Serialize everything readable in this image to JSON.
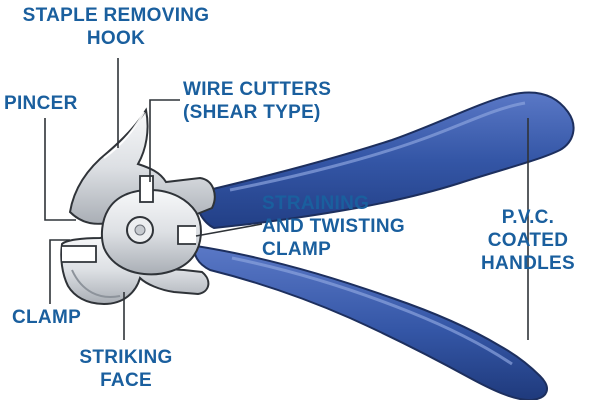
{
  "colors": {
    "label": "#1a5f9e",
    "handle": "#3456a6",
    "handle_dark": "#223f86",
    "handle_light": "#7a95d4",
    "metal": "#dfe2e6",
    "metal_light": "#f5f6f7",
    "metal_dark": "#8d939b",
    "outline": "#2f3338"
  },
  "labels": {
    "staple_hook": [
      "STAPLE REMOVING",
      "HOOK"
    ],
    "pincer": [
      "PINCER"
    ],
    "wire_cutters": [
      "WIRE CUTTERS",
      "(SHEAR TYPE)"
    ],
    "straining_clamp": [
      "STRAINING",
      "AND TWISTING",
      "CLAMP"
    ],
    "handles": [
      "P.V.C.",
      "COATED",
      "HANDLES"
    ],
    "clamp": [
      "CLAMP"
    ],
    "striking_face": [
      "STRIKING",
      "FACE"
    ]
  }
}
